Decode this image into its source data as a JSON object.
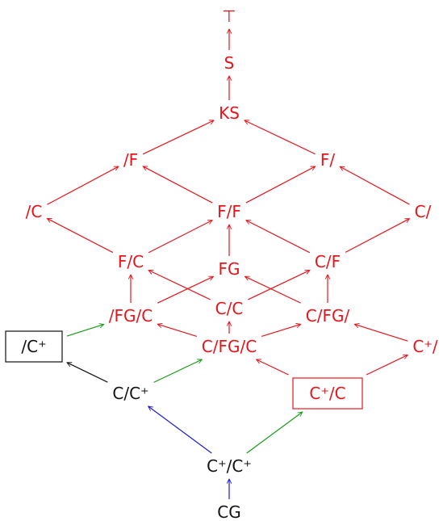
{
  "colors": {
    "red": "#e8141a",
    "black": "#111111",
    "green": "#1a9a1a",
    "blue": "#1a1ad8"
  },
  "nodes": {
    "top": {
      "label": "⊤",
      "color": "red",
      "boxed": false
    },
    "s": {
      "label": "S",
      "color": "red",
      "boxed": false
    },
    "ks": {
      "label": "KS",
      "color": "red",
      "boxed": false
    },
    "sf": {
      "label": "/F",
      "color": "red",
      "boxed": false
    },
    "fs": {
      "label": "F/",
      "color": "red",
      "boxed": false
    },
    "sc": {
      "label": "/C",
      "color": "red",
      "boxed": false
    },
    "ff": {
      "label": "F/F",
      "color": "red",
      "boxed": false
    },
    "cs": {
      "label": "C/",
      "color": "red",
      "boxed": false
    },
    "fc": {
      "label": "F/C",
      "color": "red",
      "boxed": false
    },
    "fg": {
      "label": "FG",
      "color": "red",
      "boxed": false
    },
    "cf": {
      "label": "C/F",
      "color": "red",
      "boxed": false
    },
    "sfgc": {
      "label": "/FG/C",
      "color": "red",
      "boxed": false
    },
    "cc": {
      "label": "C/C",
      "color": "red",
      "boxed": false
    },
    "cfgs": {
      "label": "C/FG/",
      "color": "red",
      "boxed": false
    },
    "scplus": {
      "label": "/C⁺",
      "color": "black",
      "boxed": true
    },
    "cfgc": {
      "label": "C/FG/C",
      "color": "red",
      "boxed": false
    },
    "cplus_s": {
      "label": "C⁺/",
      "color": "red",
      "boxed": false
    },
    "ccplus": {
      "label": "C/C⁺",
      "color": "black",
      "boxed": false
    },
    "cplusc": {
      "label": "C⁺/C",
      "color": "red",
      "boxed": true
    },
    "cpluscplus": {
      "label": "C⁺/C⁺",
      "color": "black",
      "boxed": false
    },
    "cg": {
      "label": "CG",
      "color": "black",
      "boxed": false
    }
  },
  "edges": [
    {
      "from": "s",
      "to": "top",
      "color": "red"
    },
    {
      "from": "ks",
      "to": "s",
      "color": "red"
    },
    {
      "from": "sf",
      "to": "ks",
      "color": "red"
    },
    {
      "from": "fs",
      "to": "ks",
      "color": "red"
    },
    {
      "from": "sc",
      "to": "sf",
      "color": "red"
    },
    {
      "from": "ff",
      "to": "sf",
      "color": "red"
    },
    {
      "from": "ff",
      "to": "fs",
      "color": "red"
    },
    {
      "from": "cs",
      "to": "fs",
      "color": "red"
    },
    {
      "from": "fc",
      "to": "sc",
      "color": "red"
    },
    {
      "from": "fc",
      "to": "ff",
      "color": "red"
    },
    {
      "from": "fg",
      "to": "ff",
      "color": "red"
    },
    {
      "from": "cf",
      "to": "ff",
      "color": "red"
    },
    {
      "from": "cf",
      "to": "cs",
      "color": "red"
    },
    {
      "from": "sfgc",
      "to": "fc",
      "color": "red"
    },
    {
      "from": "cc",
      "to": "fc",
      "color": "red"
    },
    {
      "from": "cc",
      "to": "cf",
      "color": "red"
    },
    {
      "from": "cfgs",
      "to": "fg",
      "color": "red"
    },
    {
      "from": "sfgc",
      "to": "fg",
      "color": "red"
    },
    {
      "from": "cfgs",
      "to": "cf",
      "color": "red"
    },
    {
      "from": "cfgc",
      "to": "sfgc",
      "color": "red"
    },
    {
      "from": "cfgc",
      "to": "cc",
      "color": "red"
    },
    {
      "from": "cfgc",
      "to": "cfgs",
      "color": "red"
    },
    {
      "from": "cplus_s",
      "to": "cfgs",
      "color": "red"
    },
    {
      "from": "scplus",
      "to": "sfgc",
      "color": "green"
    },
    {
      "from": "ccplus",
      "to": "scplus",
      "color": "black"
    },
    {
      "from": "ccplus",
      "to": "cfgc",
      "color": "green"
    },
    {
      "from": "cplusc",
      "to": "cfgc",
      "color": "red"
    },
    {
      "from": "cplusc",
      "to": "cplus_s",
      "color": "red"
    },
    {
      "from": "cpluscplus",
      "to": "ccplus",
      "color": "blue"
    },
    {
      "from": "cpluscplus",
      "to": "cplusc",
      "color": "green"
    },
    {
      "from": "cg",
      "to": "cpluscplus",
      "color": "blue"
    }
  ]
}
